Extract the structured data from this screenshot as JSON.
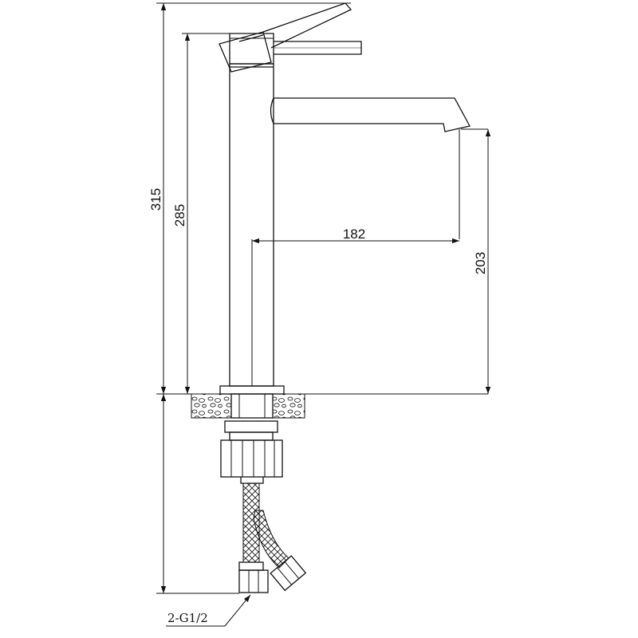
{
  "dimensions": {
    "overall_height": "315",
    "body_height": "285",
    "spout_reach": "182",
    "spout_height": "203"
  },
  "connection_label": "2-G1/2"
}
